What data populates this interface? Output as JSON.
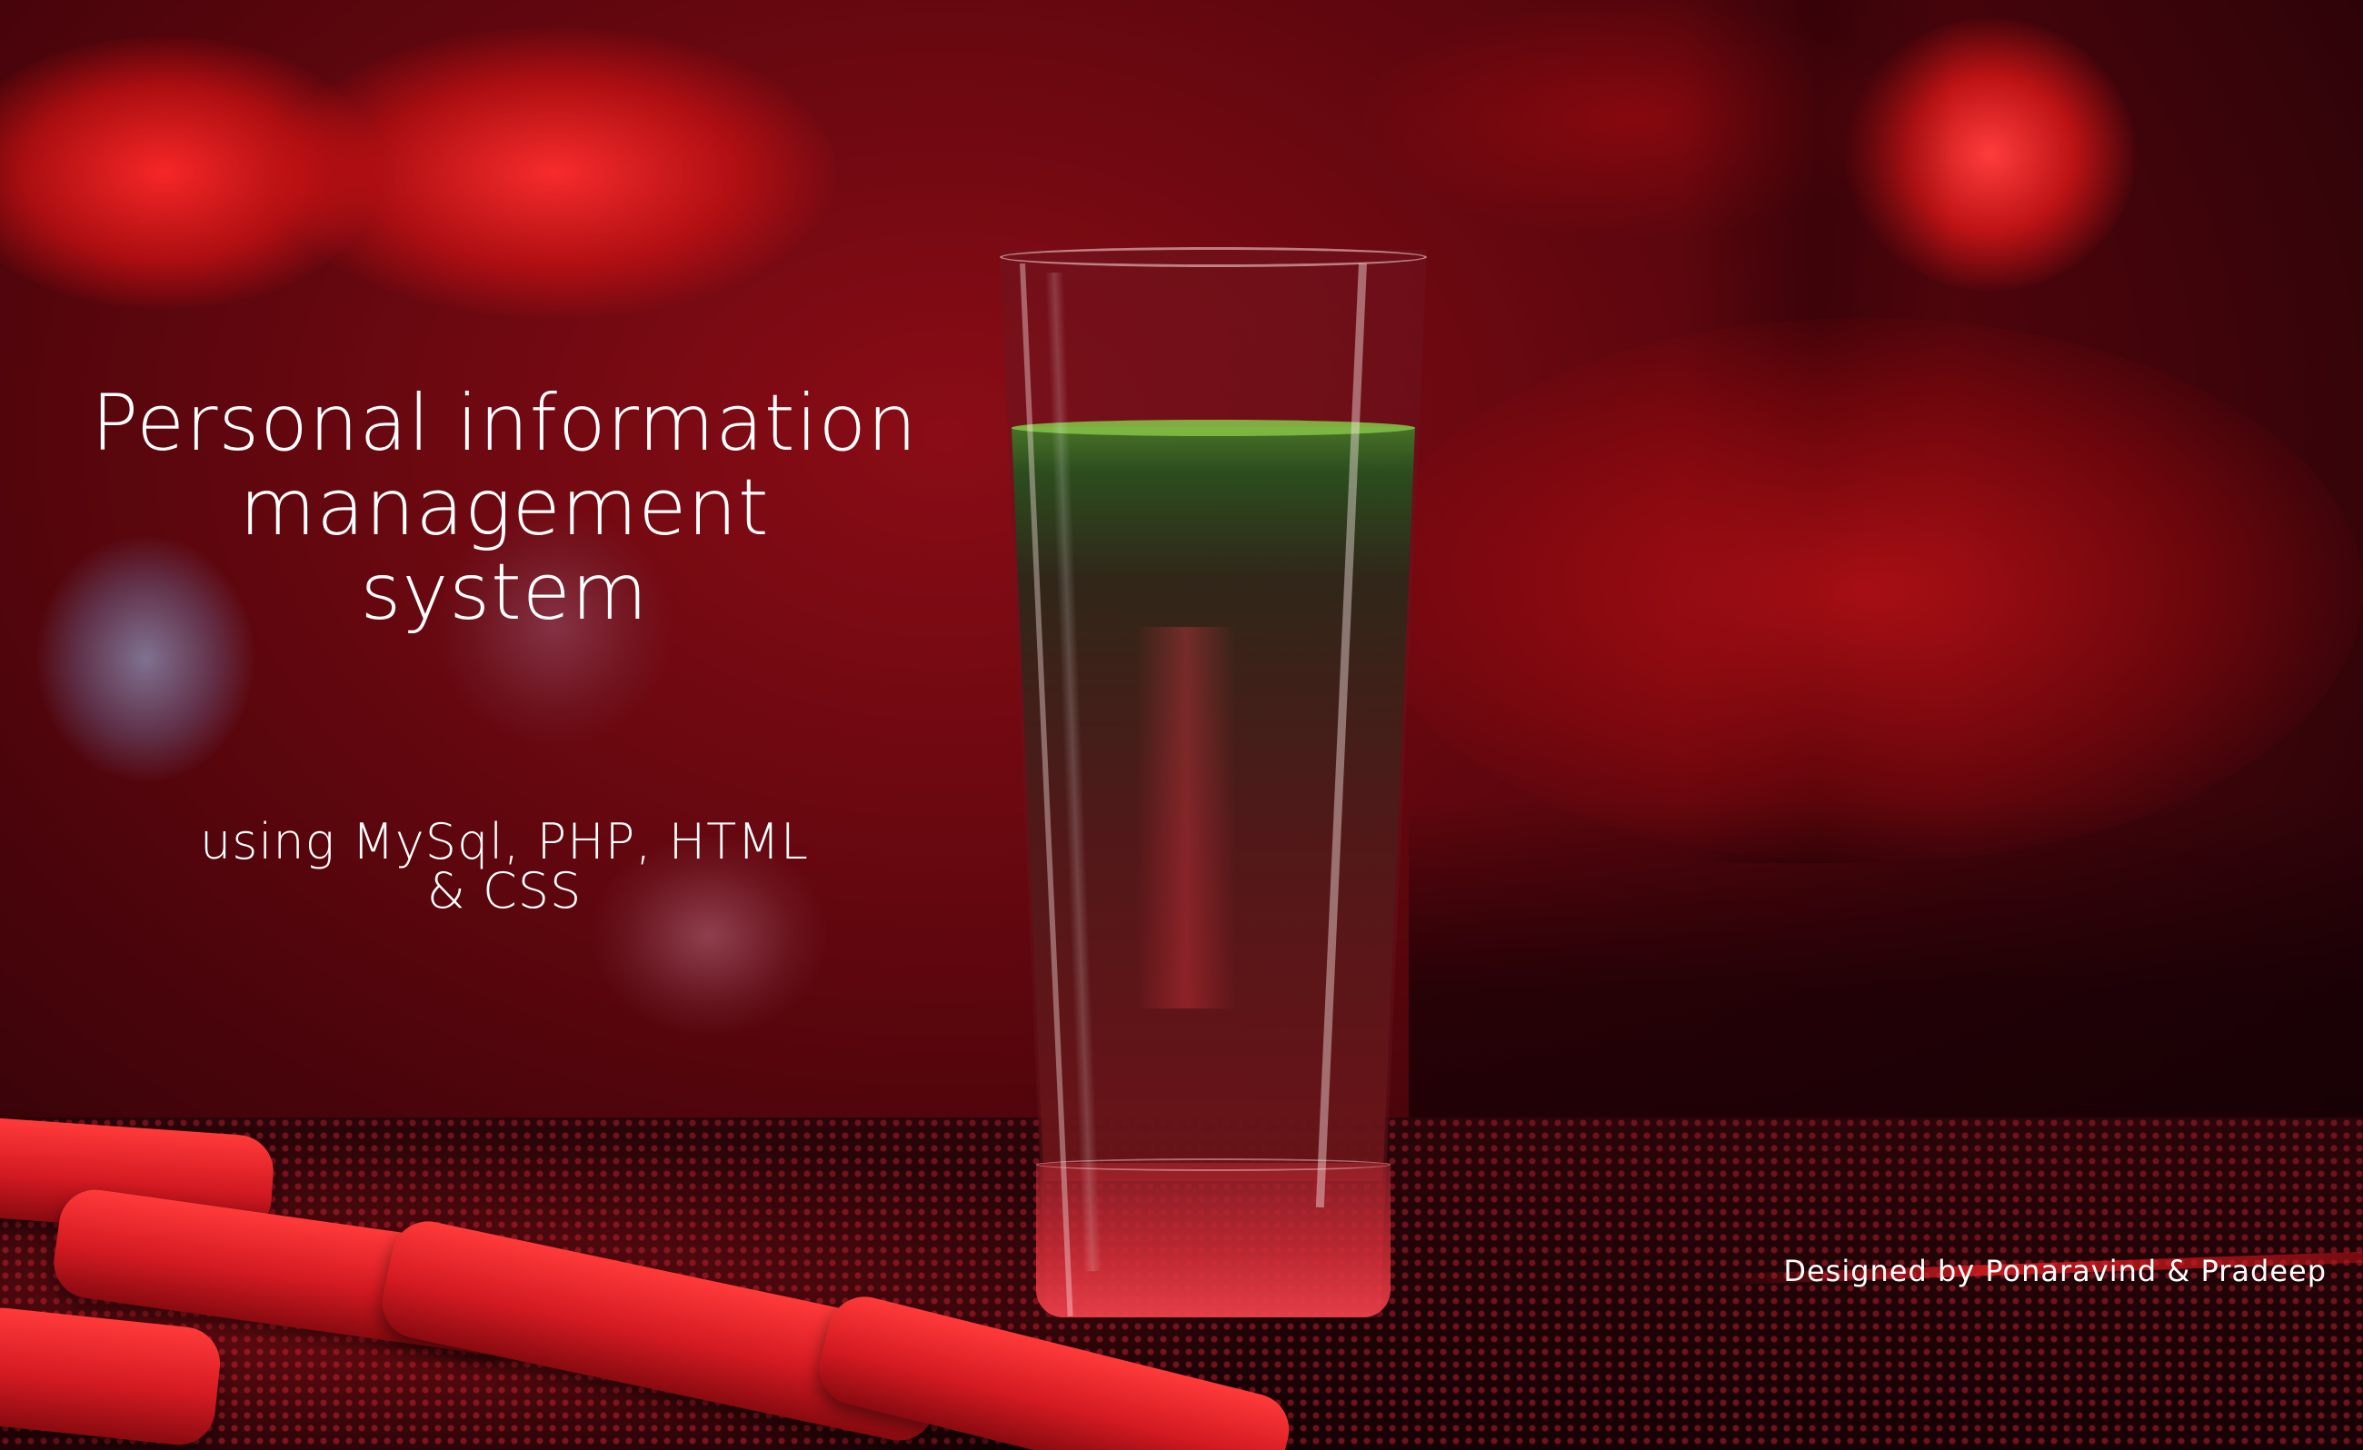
{
  "title": {
    "line1": "Personal information",
    "line2": "management",
    "line3": "system"
  },
  "subtitle": {
    "line1": "using MySql, PHP, HTML",
    "line2": "& CSS"
  },
  "credit": "Designed by Ponaravind & Pradeep",
  "colors": {
    "text": "#ffffff",
    "background_red": "#8a0c16",
    "liquid_green": "#4e7828"
  }
}
